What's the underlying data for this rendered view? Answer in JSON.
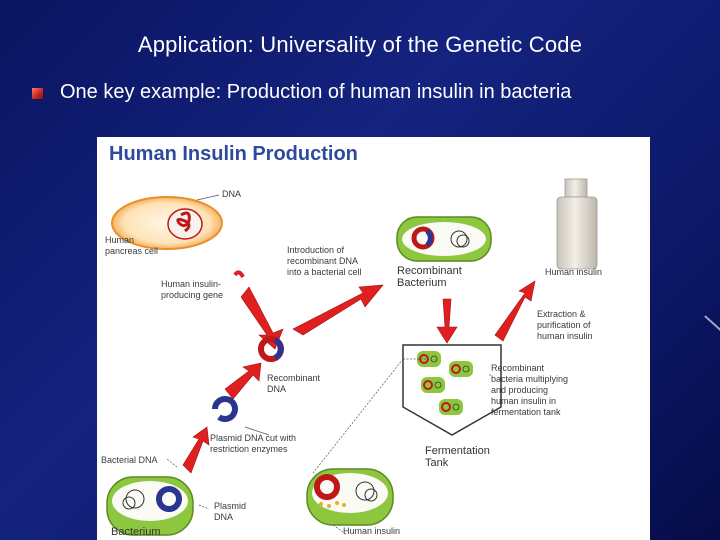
{
  "slide": {
    "title": "Application: Universality of the Genetic Code",
    "bullet": "One key example: Production of human insulin in bacteria"
  },
  "figure": {
    "title": "Human Insulin Production",
    "labels": {
      "dna": "DNA",
      "human_pancreas_cell": "Human\npancreas cell",
      "insulin_gene": "Human insulin-\nproducing gene",
      "introduction": "Introduction of\nrecombinant DNA\ninto a bacterial cell",
      "recombinant_bacterium": "Recombinant\nBacterium",
      "human_insulin_top": "Human insulin",
      "extraction": "Extraction &\npurification of\nhuman insulin",
      "recombinant_dna": "Recombinant\nDNA",
      "recombinant_bacteria_multiplying": "Recombinant\nbacteria multiplying\nand producing\nhuman insulin in\nfermentation tank",
      "plasmid_cut": "Plasmid DNA cut with\nrestriction enzymes",
      "bacterial_dna": "Bacterial DNA",
      "fermentation_tank": "Fermentation\nTank",
      "plasmid_dna": "Plasmid\nDNA",
      "bacterium": "Bacterium",
      "human_insulin_bottom": "Human insulin"
    }
  },
  "colors": {
    "background": "#0c1766",
    "figure_title": "#2e4a9e",
    "arrow_red": "#e02020",
    "cell_green": "#8dc63f",
    "plasmid_blue": "#2b3590",
    "bullet_red": "#c0261c"
  }
}
